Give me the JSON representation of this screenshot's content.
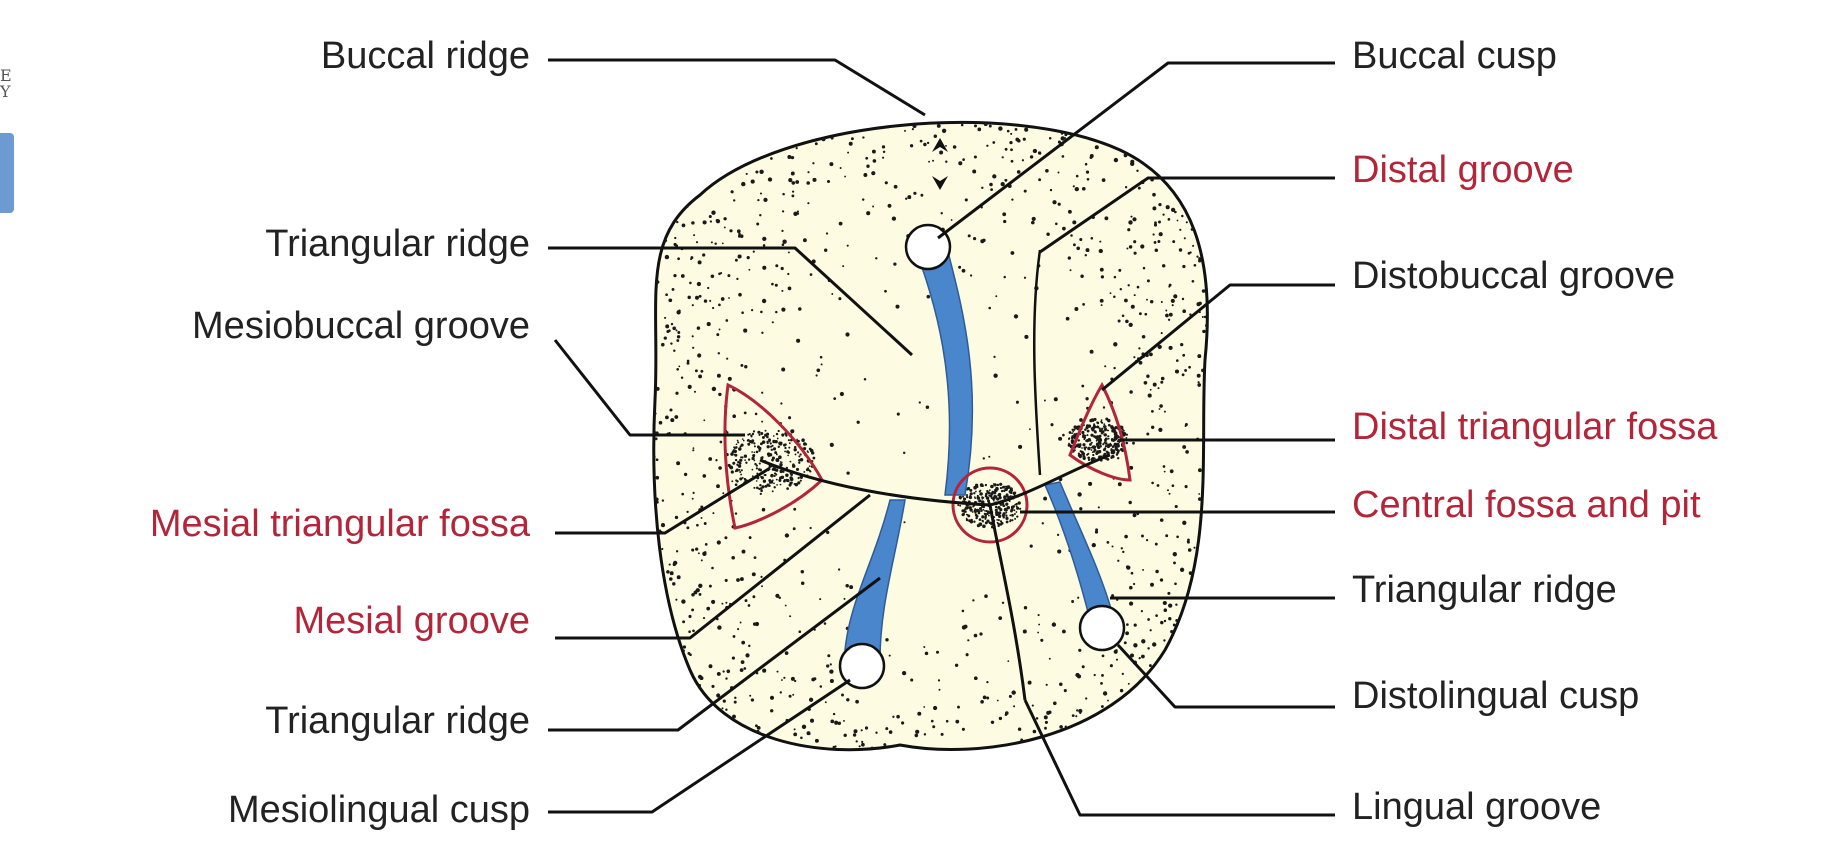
{
  "colors": {
    "black_label": "#222222",
    "red_label": "#b3263a",
    "tooth_fill": "#fdfbe2",
    "ridge_blue": "#4a86cc",
    "fossa_outline": "#b3263a",
    "stipple": "#1a1a1a",
    "edge_tab": "#6b9bd1"
  },
  "edge_glyph": "E\nY",
  "labels": {
    "left": [
      {
        "id": "buccal-ridge",
        "text": "Buccal ridge",
        "color": "black"
      },
      {
        "id": "triangular-ridge-upper",
        "text": "Triangular ridge",
        "color": "black"
      },
      {
        "id": "mesiobuccal-groove",
        "text": "Mesiobuccal groove",
        "color": "black"
      },
      {
        "id": "mesial-triangular-fossa",
        "text": "Mesial triangular fossa",
        "color": "red"
      },
      {
        "id": "mesial-groove",
        "text": "Mesial groove",
        "color": "red"
      },
      {
        "id": "triangular-ridge-lower",
        "text": "Triangular ridge",
        "color": "black"
      },
      {
        "id": "mesiolingual-cusp",
        "text": "Mesiolingual cusp",
        "color": "black"
      }
    ],
    "right": [
      {
        "id": "buccal-cusp",
        "text": "Buccal cusp",
        "color": "black"
      },
      {
        "id": "distal-groove",
        "text": "Distal groove",
        "color": "red"
      },
      {
        "id": "distobuccal-groove",
        "text": "Distobuccal groove",
        "color": "black"
      },
      {
        "id": "distal-triangular-fossa",
        "text": "Distal triangular fossa",
        "color": "red"
      },
      {
        "id": "central-fossa-and-pit",
        "text": "Central fossa and pit",
        "color": "red"
      },
      {
        "id": "triangular-ridge-right",
        "text": "Triangular ridge",
        "color": "black"
      },
      {
        "id": "distolingual-cusp",
        "text": "Distolingual cusp",
        "color": "black"
      },
      {
        "id": "lingual-groove",
        "text": "Lingual groove",
        "color": "black"
      }
    ]
  }
}
